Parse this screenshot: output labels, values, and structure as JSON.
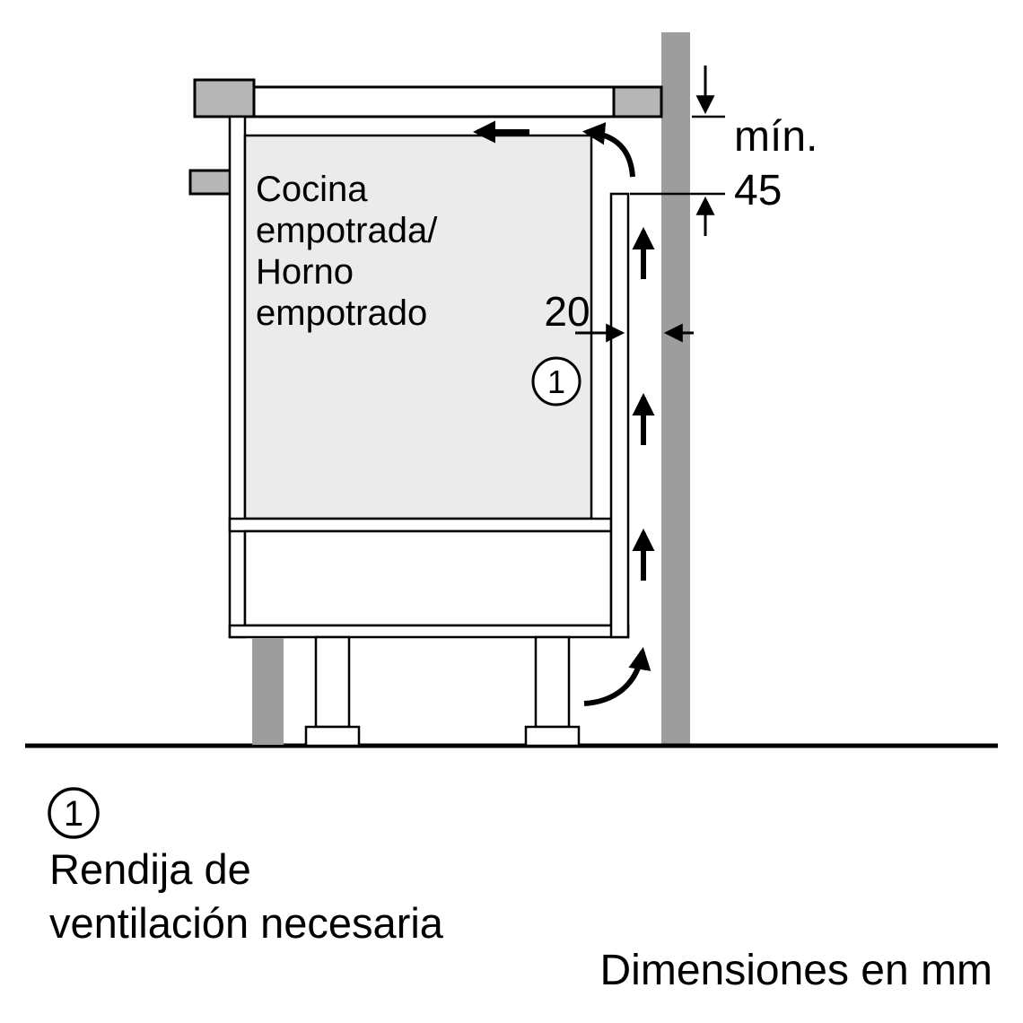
{
  "diagram": {
    "appliance_label": {
      "lines": [
        "Cocina",
        "empotrada/",
        "Horno",
        "empotrado"
      ]
    },
    "dimensions": {
      "min_label": "mín.",
      "min_value": "45",
      "gap_value": "20"
    },
    "callout": {
      "number": "1"
    },
    "colors": {
      "wall": "#9d9d9d",
      "counter_edge": "#b6b6b6",
      "oven_fill": "#ebebeb",
      "line": "#000000",
      "background": "#ffffff"
    }
  },
  "legend": {
    "number": "1",
    "lines": [
      "Rendija de",
      "ventilación necesaria"
    ]
  },
  "footer": {
    "units_note": "Dimensiones en mm"
  }
}
